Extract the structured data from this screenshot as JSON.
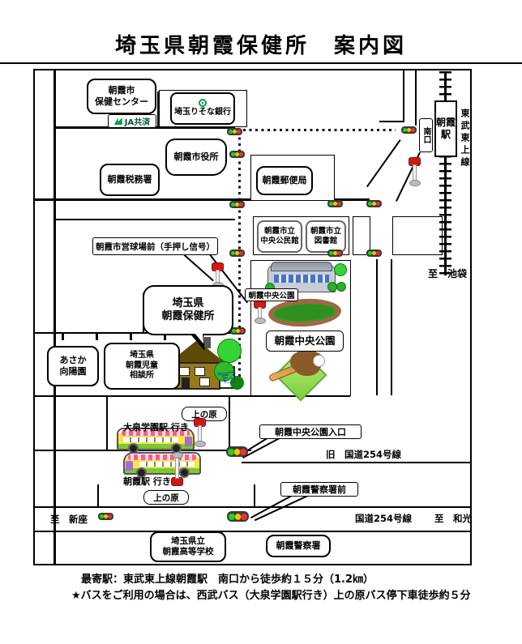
{
  "title": "埼玉県朝霞保健所　案内図",
  "colors": {
    "signal_green": "#1fd41f",
    "signal_yellow": "#f5c400",
    "signal_red": "#f03030",
    "bus_stop_red": "#d01818",
    "hand_blue": "#1515cc",
    "tree_green": "#35d435",
    "track_brown": "#9b6a44",
    "field_green": "#7fcf3f",
    "ja_green": "#00a040"
  },
  "map": {
    "facilities": {
      "city_health_center": "朝霞市\n保健センター",
      "ja_kyosai": "JA共済",
      "resona_bank": "埼玉りそな銀行",
      "city_hall": "朝霞市役所",
      "tax_office": "朝霞税務署",
      "post_office": "朝霞郵便局",
      "community_center": "朝霞市立\n中央公民館",
      "library": "朝霞市立\n図書館",
      "pref_health_center": "埼玉県\n朝霞保健所",
      "koyoen": "あさか\n向陽園",
      "child_consultation": "埼玉県\n朝霞児童\n相談所",
      "high_school": "埼玉県立\n朝霞高等学校",
      "police_station": "朝霞警察署"
    },
    "park": {
      "label_small": "朝霞中央公園",
      "label_large": "朝霞中央公園",
      "entrance": "朝霞中央公園入口"
    },
    "signals": {
      "stadium_front": "朝霞市営球場前（手押し信号）",
      "police_front": "朝霞警察署前"
    },
    "roads": {
      "old_route254": "旧　国道254号線",
      "route254": "国道254号線",
      "to_wako": "至　和光",
      "to_niiza": "至　新座",
      "to_ikebukuro": "至　池袋"
    },
    "transit": {
      "station": "朝霞駅",
      "line": "東武東上線",
      "south_exit": "南口",
      "bus_stop_uenohara_1": "上の原",
      "bus_stop_uenohara_2": "上の原",
      "bus_to_oizumi": "大泉学園駅 行き",
      "bus_to_asaka": "朝霞駅 行き"
    }
  },
  "footer": {
    "line1": "最寄駅：東武東上線朝霞駅　南口から徒歩約１５分（1.2㎞）",
    "line2": "★バスをご利用の場合は、西武バス（大泉学園駅行き）上の原バス停下車徒歩約５分"
  }
}
